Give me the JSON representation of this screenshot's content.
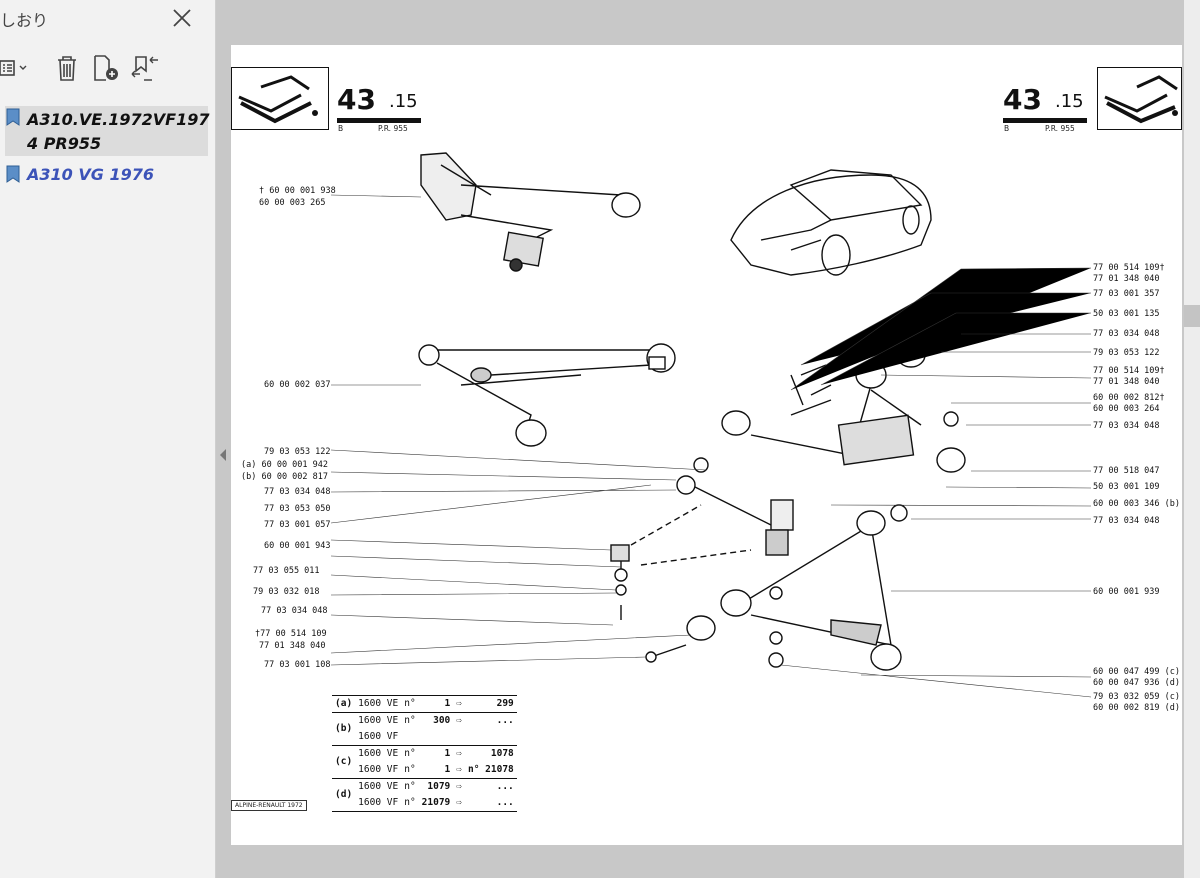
{
  "panel": {
    "title": "しおり",
    "bookmarks": [
      {
        "label": "A310.VE.1972VF1974 PR955"
      },
      {
        "label": "A310 VG 1976"
      }
    ]
  },
  "doc": {
    "page_number_left": "43",
    "page_number_left_suffix": ".15",
    "page_number_right": "43",
    "page_number_right_suffix": ".15",
    "sub_left_b": "B",
    "sub_left_pr": "P.R. 955",
    "sub_right_b": "B",
    "sub_right_pr": "P.R. 955",
    "footer_credit": "ALPINE-RENAULT 1972",
    "left_refs": [
      "† 60 00 001 938",
      "60 00 003 265",
      "60 00 002 037",
      "79 03 053 122",
      "(a) 60 00 001 942",
      "(b) 60 00 002 817",
      "77 03 034 048",
      "77 03 053 050",
      "77 03 001 057",
      "60 00 001 943",
      "77 03 055 011",
      "79 03 032 018",
      "77 03 034 048",
      "†77 00 514 109",
      "77 01 348 040",
      "77 03 001 108"
    ],
    "right_refs": [
      "77 00 514 109†",
      "77 01 348 040",
      "77 03 001 357",
      "50 03 001 135",
      "77 03 034 048",
      "79 03 053 122",
      "77 00 514 109†",
      "77 01 348 040",
      "60 00 002 812†",
      "60 00 003 264",
      "77 03 034 048",
      "77 00 518 047",
      "50 03 001 109",
      "60 00 003 346 (b)",
      "77 03 034 048",
      "60 00 001 939",
      "60 00 047 499 (c)",
      "60 00 047 936 (d)",
      "79 03 032 059 (c)",
      "60 00 002 819 (d)"
    ],
    "legend": [
      {
        "key": "(a)",
        "rows": [
          {
            "model": "1600 VE",
            "n": "n°",
            "from": "1",
            "to": "299"
          }
        ]
      },
      {
        "key": "(b)",
        "rows": [
          {
            "model": "1600 VE",
            "n": "n°",
            "from": "300",
            "to": "..."
          },
          {
            "model": "1600 VF",
            "n": "",
            "from": "",
            "to": ""
          }
        ]
      },
      {
        "key": "(c)",
        "rows": [
          {
            "model": "1600 VE",
            "n": "n°",
            "from": "1",
            "to": "1078"
          },
          {
            "model": "1600 VF",
            "n": "n°",
            "from": "1",
            "to": "n° 21078"
          }
        ]
      },
      {
        "key": "(d)",
        "rows": [
          {
            "model": "1600 VE",
            "n": "n°",
            "from": "1079",
            "to": "..."
          },
          {
            "model": "1600 VF",
            "n": "n°",
            "from": "21079",
            "to": "..."
          }
        ]
      }
    ]
  },
  "colors": {
    "panel_bg": "#f2f2f2",
    "link_blue": "#3c53b8",
    "viewer_bg": "#c8c8c8"
  }
}
